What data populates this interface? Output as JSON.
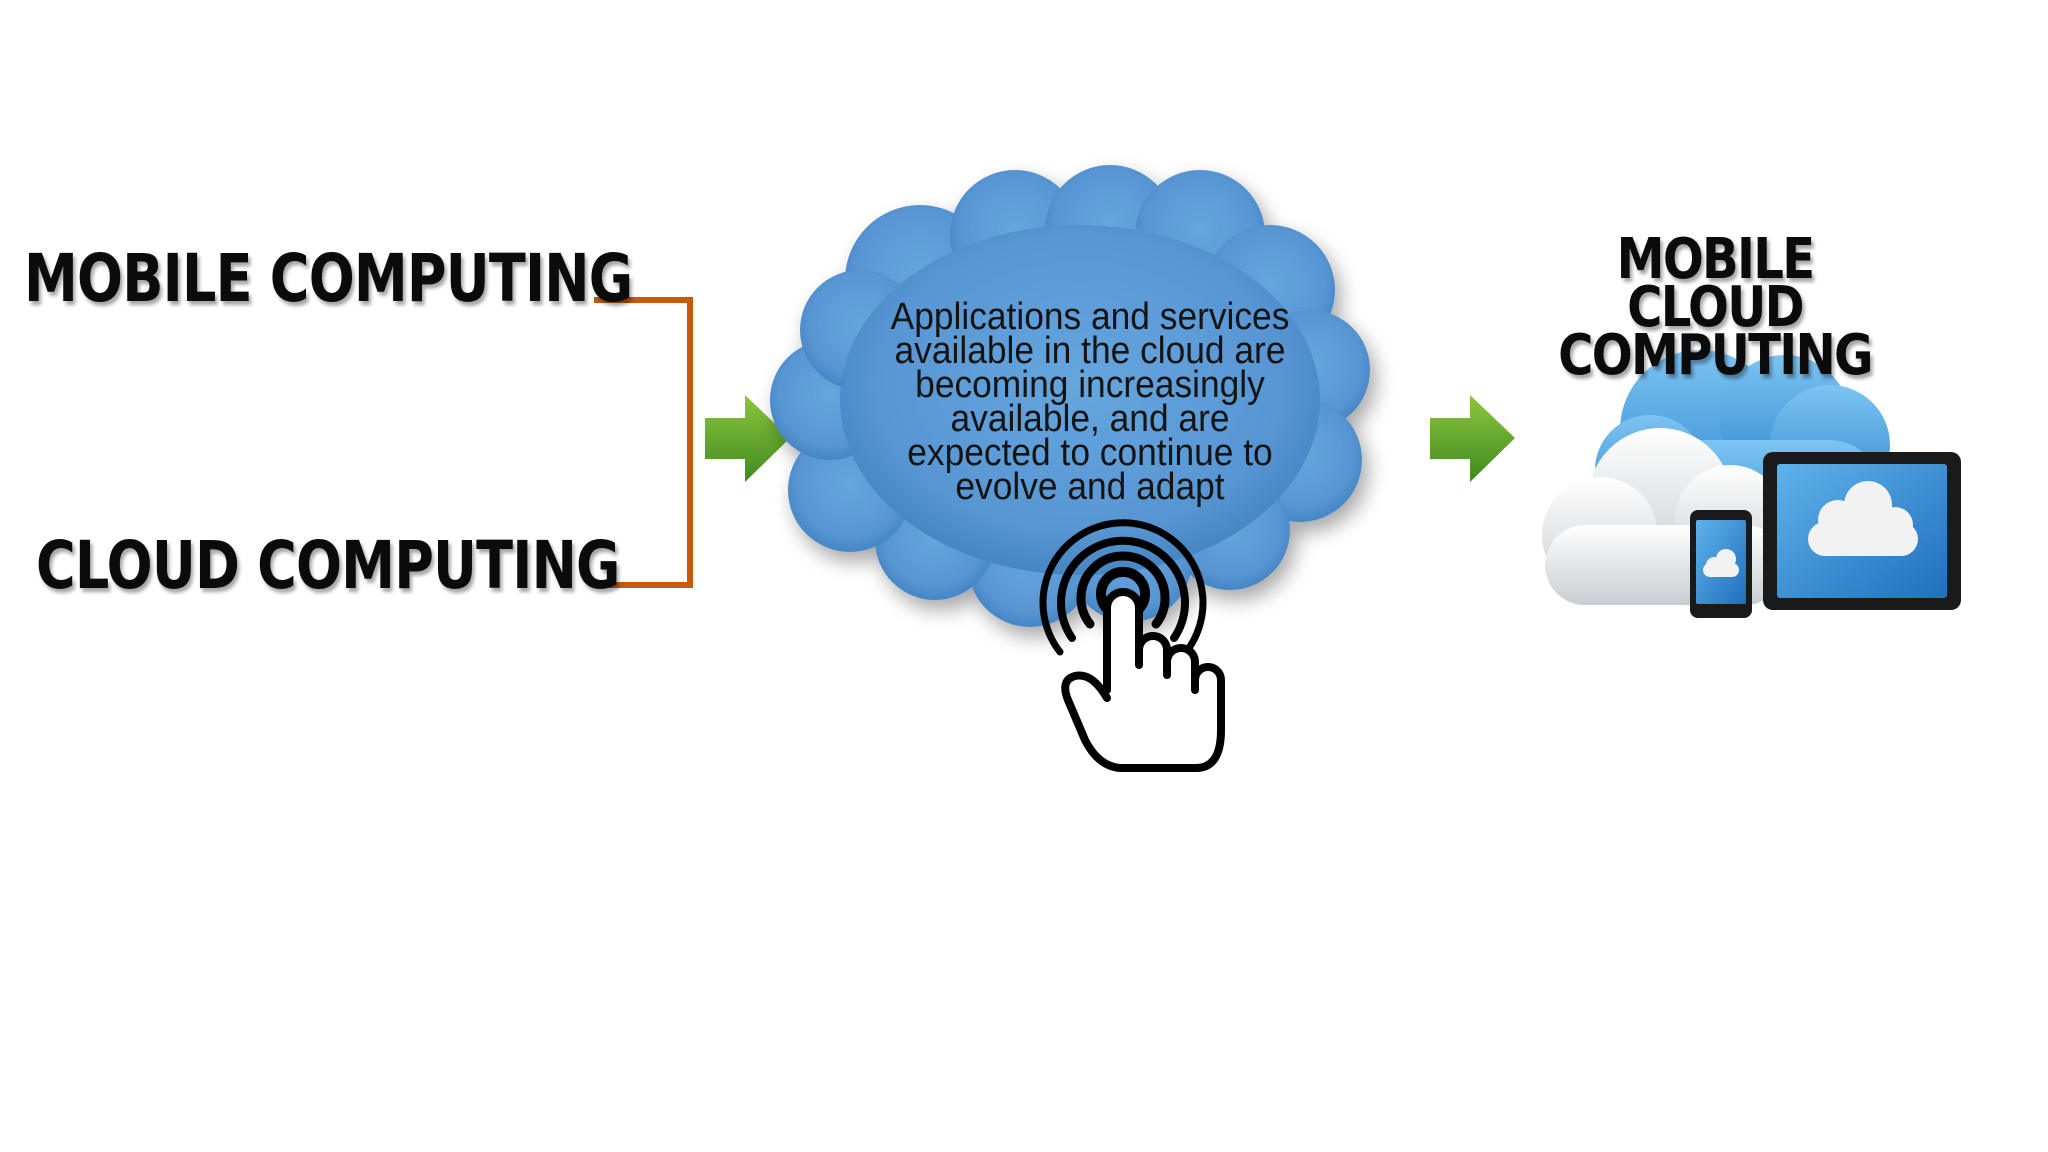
{
  "inputs": {
    "mobile_computing": "MOBILE COMPUTING",
    "cloud_computing": "CLOUD COMPUTING"
  },
  "center_cloud": {
    "text": "Applications and services available in the cloud are becoming increasingly available, and are expected to continue to evolve and adapt"
  },
  "result": {
    "line1": "MOBILE CLOUD",
    "line2": "COMPUTING"
  },
  "icons": {
    "bracket": "bracket-connector-icon",
    "arrow_left": "green-arrow-right-icon",
    "arrow_right": "green-arrow-right-icon",
    "tap": "hand-tap-icon",
    "devices": "cloud-devices-icon"
  },
  "colors": {
    "bracket": "#c55a11",
    "arrow": "#5aa02c",
    "cloud_fill": "#5b9bd5",
    "device_screen": "#3d8fd1"
  }
}
